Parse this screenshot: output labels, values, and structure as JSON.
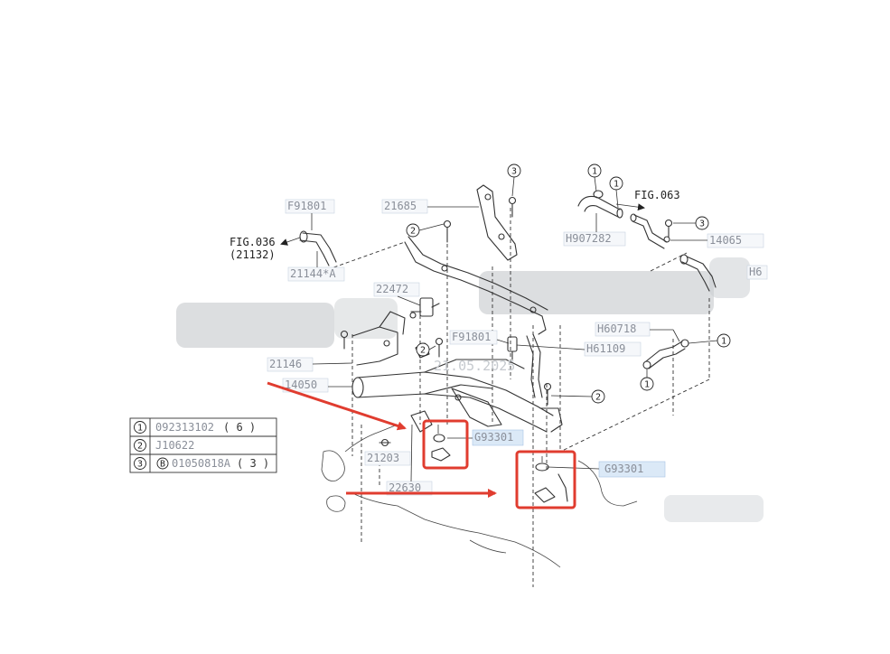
{
  "labels": {
    "f91801_a": "F91801",
    "fig036": "FIG.036",
    "code_21132": "(21132)",
    "p21144a": "21144*A",
    "p21685": "21685",
    "p22472": "22472",
    "f91801_b": "F91801",
    "p21146": "21146",
    "p14050": "14050",
    "p21203": "21203",
    "p22630": "22630",
    "g93301_a": "G93301",
    "g93301_b": "G93301",
    "h907282": "H907282",
    "fig063": "FIG.063",
    "p14065": "14065",
    "h60718": "H60718",
    "h61109": "H61109",
    "h6_partial": "H6",
    "watermark_date": "21.05.2025"
  },
  "callouts": {
    "c1": "1",
    "c2": "2",
    "c3": "3"
  },
  "legend": {
    "rows": [
      {
        "num": "1",
        "prefix": "",
        "code": "092313102",
        "qty": "( 6  )"
      },
      {
        "num": "2",
        "prefix": "",
        "code": "J10622",
        "qty": ""
      },
      {
        "num": "3",
        "prefix": "B",
        "code": "01050818A",
        "qty": "( 3  )"
      }
    ]
  },
  "colors": {
    "highlight_box": "#e03c2f",
    "arrow": "#e03c2f",
    "line_art": "#333333",
    "label_text": "#8a8f99",
    "label_highlight_bg": "#dbe9f7"
  }
}
